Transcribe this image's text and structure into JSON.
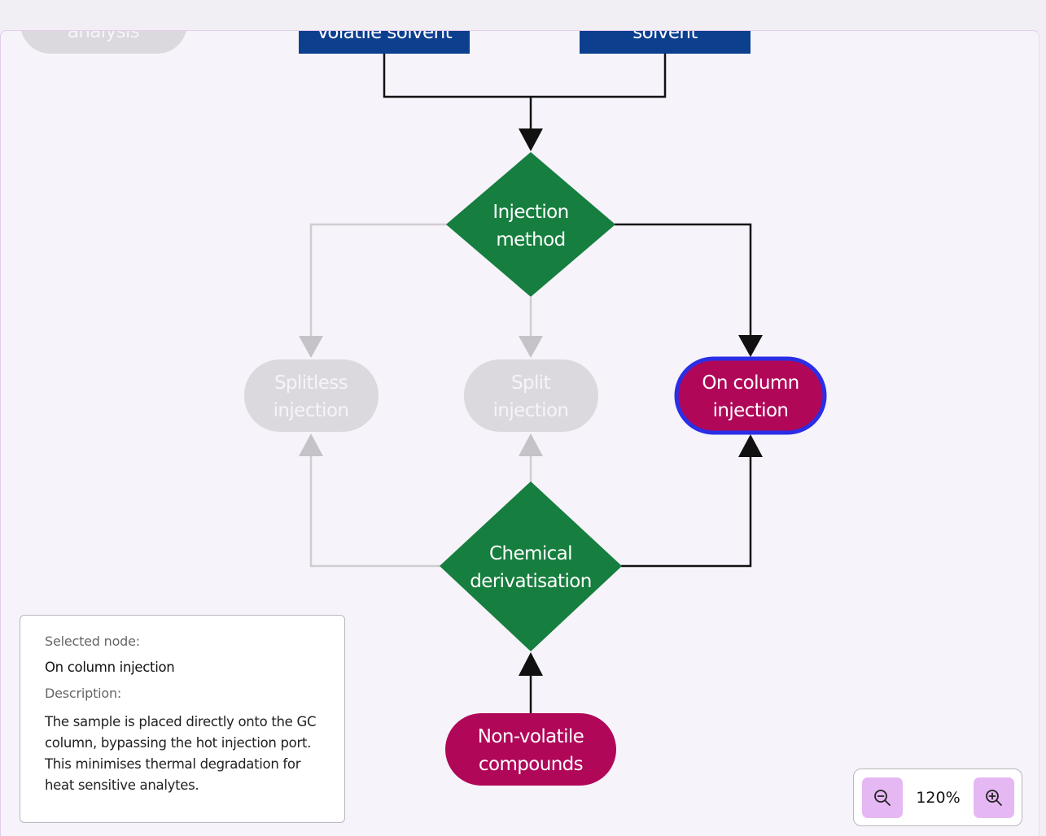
{
  "diagram": {
    "nodes": {
      "analysis": "analysis",
      "volatile_solvent": "Volatile solvent",
      "solvent": "solvent",
      "injection_method": [
        "Injection",
        "method"
      ],
      "splitless_injection": [
        "Splitless",
        "injection"
      ],
      "split_injection": [
        "Split",
        "injection"
      ],
      "on_column_injection": [
        "On column",
        "injection"
      ],
      "chemical_derivatisation": [
        "Chemical",
        "derivatisation"
      ],
      "non_volatile_compounds": [
        "Non-volatile",
        "compounds"
      ]
    },
    "colors": {
      "decision": "#167e3e",
      "terminal": "#b00759",
      "process": "#0d3f8f",
      "faded_node": "#dcd9de",
      "faded_edge": "#d0cdd2",
      "edge": "#111111",
      "selected_outline": "#2a2ee6"
    }
  },
  "info_panel": {
    "selected_label": "Selected node:",
    "selected_value": "On column injection",
    "description_label": "Description:",
    "description": "The sample is placed directly onto the GC column, bypassing the hot injection port. This minimises thermal degradation for heat sensitive analytes."
  },
  "zoom": {
    "level": "120%",
    "zoom_out_icon": "zoom-out-icon",
    "zoom_in_icon": "zoom-in-icon"
  }
}
